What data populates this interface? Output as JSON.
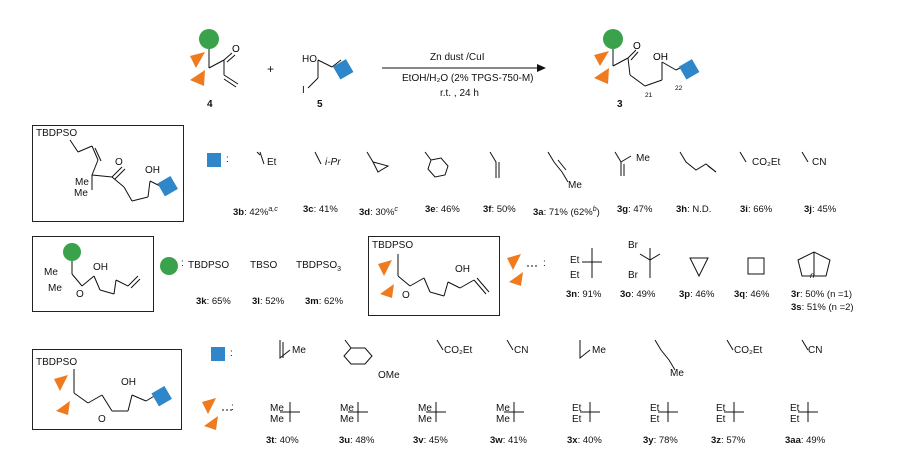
{
  "scheme": {
    "reactant_a_id": "4",
    "reactant_b_id": "5",
    "product_id": "3",
    "plus": "+",
    "conditions_line1": "Zn dust /CuI",
    "conditions_line2": "EtOH/H₂O (2% TPGS-750-M)",
    "conditions_line3": "r.t. , 24 h",
    "atom_ho": "HO",
    "atom_i": "I",
    "atom_o": "O",
    "atom_oh": "OH",
    "pos_21": "21",
    "pos_22": "22"
  },
  "colors": {
    "green": "#3aa24a",
    "blue": "#2f86c8",
    "orange": "#f07a1e"
  },
  "row1": {
    "frame_tbdpso": "TBDPSO",
    "frame_me1": "Me",
    "frame_me2": "Me",
    "frame_o": "O",
    "frame_oh": "OH",
    "colon": ":",
    "substituents": [
      "Et",
      "i-Pr",
      "",
      "",
      "",
      "",
      "Me",
      "",
      "CO₂Et",
      "CN"
    ],
    "substituent_extra": {
      "3a": "Me",
      "3g": "Me"
    },
    "labels": [
      {
        "id": "3b",
        "text": ": 42%",
        "sup": "a,c"
      },
      {
        "id": "3c",
        "text": ": 41%",
        "sup": ""
      },
      {
        "id": "3d",
        "text": ": 30%",
        "sup": "c"
      },
      {
        "id": "3e",
        "text": ": 46%",
        "sup": ""
      },
      {
        "id": "3f",
        "text": ": 50%",
        "sup": ""
      },
      {
        "id": "3a",
        "text": ": 71% (62%",
        "sup": "b",
        "tail": ")"
      },
      {
        "id": "3g",
        "text": ": 47%",
        "sup": ""
      },
      {
        "id": "3h",
        "text": ": N.D.",
        "sup": ""
      },
      {
        "id": "3i",
        "text": ": 66%",
        "sup": ""
      },
      {
        "id": "3j",
        "text": ": 45%",
        "sup": ""
      }
    ]
  },
  "row2": {
    "frame_me1": "Me",
    "frame_me2": "Me",
    "frame_o": "O",
    "frame_oh": "OH",
    "colon": ":",
    "green_subs": [
      {
        "text": "TBDPSO",
        "id": "3k",
        "yield": ": 65%"
      },
      {
        "text": "TBSO",
        "id": "3l",
        "yield": ": 52%"
      },
      {
        "text": "TBDPSO",
        "sub": "3",
        "id": "3m",
        "yield": ": 62%"
      }
    ],
    "frame2_tbdpso": "TBDPSO",
    "frame2_o": "O",
    "frame2_oh": "OH",
    "orange_subs": [
      {
        "top": "Et",
        "bottom": "Et",
        "id": "3n",
        "yield": ": 91%"
      },
      {
        "top": "Br",
        "bottom": "Br",
        "id": "3o",
        "yield": ": 49%"
      },
      {
        "top": "",
        "bottom": "",
        "id": "3p",
        "yield": ": 46%"
      },
      {
        "top": "",
        "bottom": "",
        "id": "3q",
        "yield": ": 46%"
      },
      {
        "top": "",
        "bottom": "n",
        "id": "3r",
        "yield": ": 50% (n =1)"
      }
    ],
    "extra_label": {
      "id": "3s",
      "yield": ": 51% (n =2)"
    }
  },
  "row3": {
    "frame_tbdpso": "TBDPSO",
    "frame_o": "O",
    "frame_oh": "OH",
    "colon": ":",
    "blue_subs": [
      "Me",
      "OMe",
      "CO₂Et",
      "CN",
      "Me",
      "Me",
      "CO₂Et",
      "CN"
    ],
    "orange_subs": [
      {
        "top": "Me",
        "bottom": "Me"
      },
      {
        "top": "Me",
        "bottom": "Me"
      },
      {
        "top": "Me",
        "bottom": "Me"
      },
      {
        "top": "Me",
        "bottom": "Me"
      },
      {
        "top": "Et",
        "bottom": "Et"
      },
      {
        "top": "Et",
        "bottom": "Et"
      },
      {
        "top": "Et",
        "bottom": "Et"
      },
      {
        "top": "Et",
        "bottom": "Et"
      }
    ],
    "labels": [
      {
        "id": "3t",
        "yield": ": 40%"
      },
      {
        "id": "3u",
        "yield": ": 48%"
      },
      {
        "id": "3v",
        "yield": ": 45%"
      },
      {
        "id": "3w",
        "yield": ": 41%"
      },
      {
        "id": "3x",
        "yield": ": 40%"
      },
      {
        "id": "3y",
        "yield": ": 78%"
      },
      {
        "id": "3z",
        "yield": ": 57%"
      },
      {
        "id": "3aa",
        "yield": ": 49%"
      }
    ]
  }
}
